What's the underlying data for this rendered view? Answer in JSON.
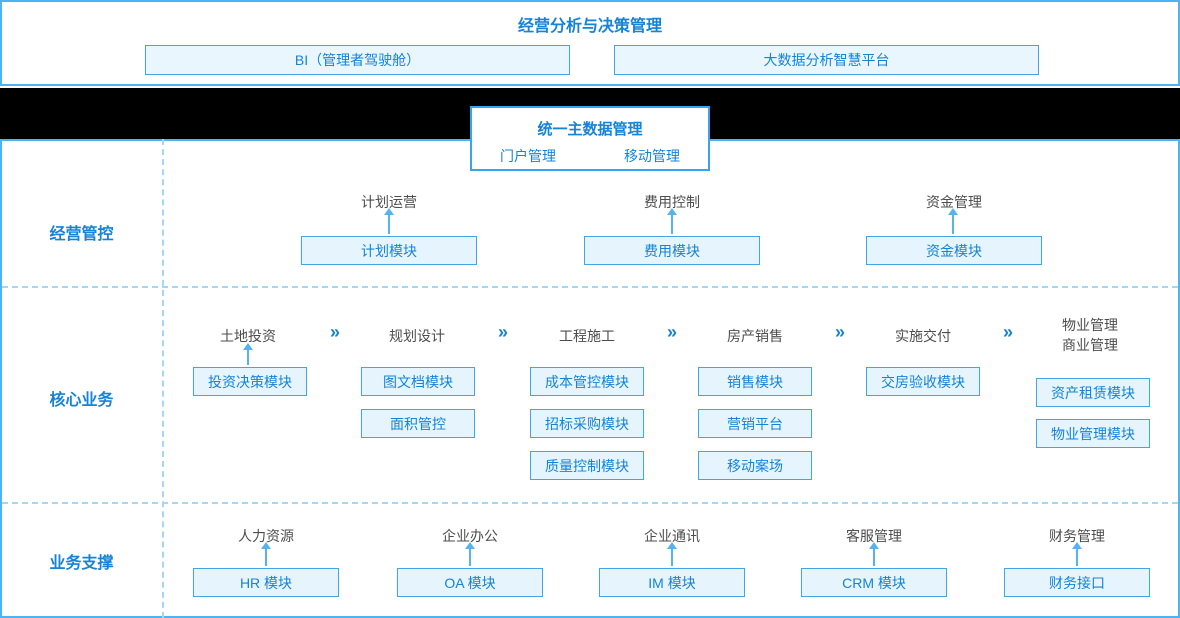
{
  "top": {
    "title": "经营分析与决策管理",
    "bi_box": "BI（管理者驾驶舱）",
    "bigdata_box": "大数据分析智慧平台"
  },
  "master_data": {
    "title": "统一主数据管理",
    "portal": "门户管理",
    "mobile": "移动管理"
  },
  "sections": {
    "management": {
      "label": "经营管控",
      "groups": [
        {
          "category": "计划运营",
          "module": "计划模块"
        },
        {
          "category": "费用控制",
          "module": "费用模块"
        },
        {
          "category": "资金管理",
          "module": "资金模块"
        }
      ]
    },
    "core": {
      "label": "核心业务",
      "chevron": "»",
      "stages": [
        {
          "label": "土地投资"
        },
        {
          "label": "规划设计"
        },
        {
          "label": "工程施工"
        },
        {
          "label": "房产销售"
        },
        {
          "label": "实施交付"
        },
        {
          "label_line1": "物业管理",
          "label_line2": "商业管理"
        }
      ],
      "modules": {
        "c1": [
          "投资决策模块"
        ],
        "c2": [
          "图文档模块",
          "面积管控"
        ],
        "c3": [
          "成本管控模块",
          "招标采购模块",
          "质量控制模块"
        ],
        "c4": [
          "销售模块",
          "营销平台",
          "移动案场"
        ],
        "c5": [
          "交房验收模块"
        ],
        "c6": [
          "资产租赁模块",
          "物业管理模块"
        ]
      }
    },
    "support": {
      "label": "业务支撑",
      "groups": [
        {
          "category": "人力资源",
          "module": "HR 模块"
        },
        {
          "category": "企业办公",
          "module": "OA 模块"
        },
        {
          "category": "企业通讯",
          "module": "IM 模块"
        },
        {
          "category": "客服管理",
          "module": "CRM 模块"
        },
        {
          "category": "财务管理",
          "module": "财务接口"
        }
      ]
    }
  },
  "colors": {
    "accent_blue": "#1583d6",
    "box_border": "#41a5e6",
    "box_fill": "#e6f4fd",
    "outer_border": "#4cb4f4",
    "dashed_line": "#a4d7f6",
    "arrow": "#55b4f0",
    "band": "#000000",
    "label_gray": "#4d4d4d"
  }
}
